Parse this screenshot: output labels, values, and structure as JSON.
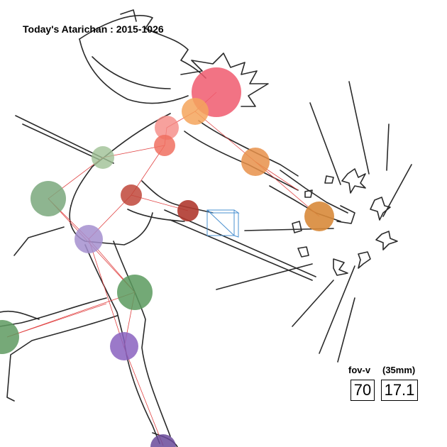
{
  "title": "Today's Atarichan : 2015-1026",
  "camera": {
    "fov_label": "fov-v",
    "focal_label": "(35mm)",
    "fov_value": "70",
    "focal_value": "17.1"
  },
  "figure": {
    "subject": "sketched character figure with colored joint markers",
    "joint_colors": {
      "head": "#f05a6e",
      "neck": "#f4a45c",
      "shoulder": "#f58a84",
      "elbow": "#e8904a",
      "wrist": "#d8893a",
      "chest": "#b5d4a5",
      "hip": "#7aa87c",
      "knee": "#a58fcf",
      "hand": "#c0473a",
      "marker": "#4a90d0"
    }
  }
}
